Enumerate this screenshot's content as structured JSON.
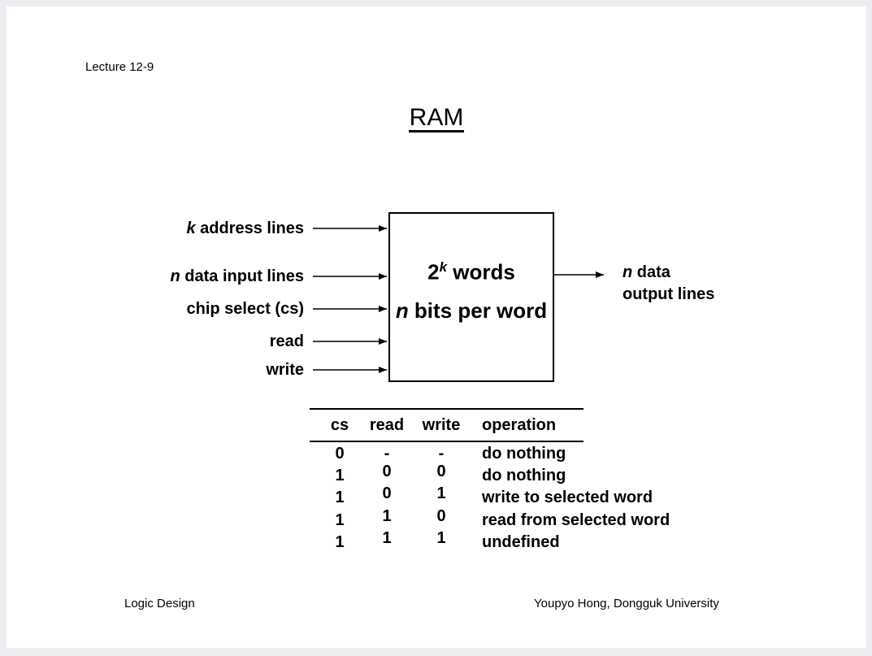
{
  "slide": {
    "lecture_label": "Lecture 12-9",
    "title": "RAM",
    "footer_left": "Logic Design",
    "footer_right": "Youpyo Hong, Dongguk University"
  },
  "diagram": {
    "inputs": [
      {
        "var": "k",
        "label": " address lines"
      },
      {
        "var": "n",
        "label": " data input lines"
      },
      {
        "var": "",
        "label": "chip select (cs)"
      },
      {
        "var": "",
        "label": "read"
      },
      {
        "var": "",
        "label": "write"
      }
    ],
    "box": {
      "capacity_base": "2",
      "capacity_exp": "k",
      "capacity_rest": " words",
      "width_var": "n",
      "width_rest": " bits per word"
    },
    "output": {
      "var": "n",
      "line1_rest": " data",
      "line2": "output lines"
    }
  },
  "truth_table": {
    "headers": [
      "cs",
      "read",
      "write",
      "operation"
    ],
    "rows": [
      [
        "0",
        "-",
        "-",
        "do nothing"
      ],
      [
        "1",
        "0",
        "0",
        "do nothing"
      ],
      [
        "1",
        "0",
        "1",
        "write to selected word"
      ],
      [
        "1",
        "1",
        "0",
        "read from selected word"
      ],
      [
        "1",
        "1",
        "1",
        "undefined"
      ]
    ]
  }
}
